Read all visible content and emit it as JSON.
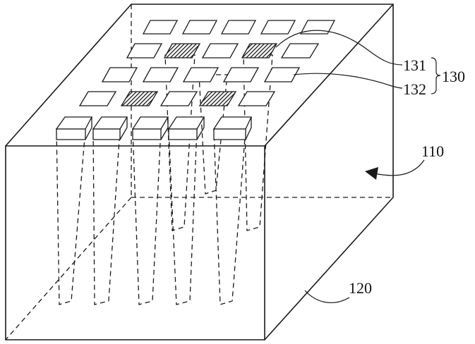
{
  "labels": {
    "trench_region": "110",
    "substrate": "120",
    "pad_group": "130",
    "dark_pad": "131",
    "light_pad": "132"
  },
  "colors": {
    "line": "#1a1a1a",
    "background": "#ffffff"
  }
}
